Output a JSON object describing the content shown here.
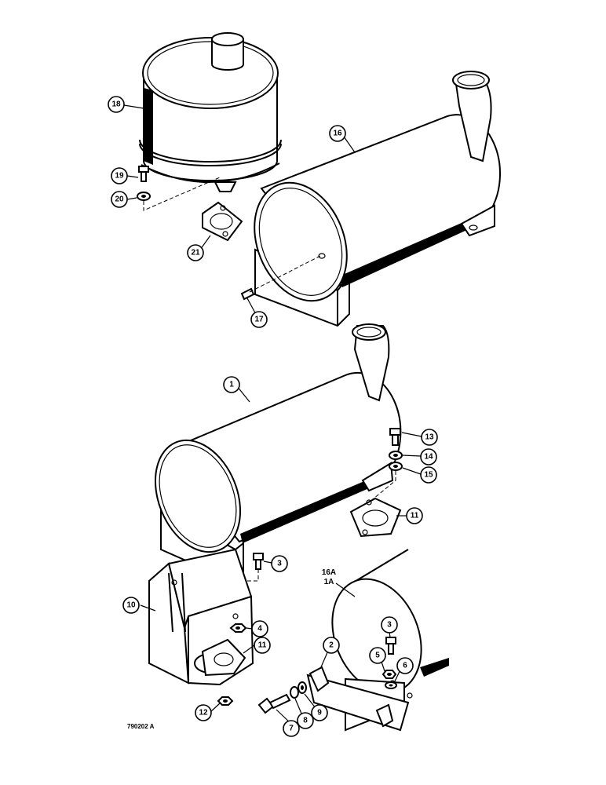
{
  "figure_id": "790202 A",
  "callouts": {
    "c1": "1",
    "c2": "2",
    "c3a": "3",
    "c3b": "3",
    "c4": "4",
    "c5": "5",
    "c6": "6",
    "c7": "7",
    "c8": "8",
    "c9": "9",
    "c10": "10",
    "c11a": "11",
    "c11b": "11",
    "c12": "12",
    "c13": "13",
    "c14": "14",
    "c15": "15",
    "c16": "16",
    "c17": "17",
    "c18": "18",
    "c19": "19",
    "c20": "20",
    "c21": "21"
  },
  "inset_label": {
    "line1": "16A",
    "line2": "1A"
  }
}
